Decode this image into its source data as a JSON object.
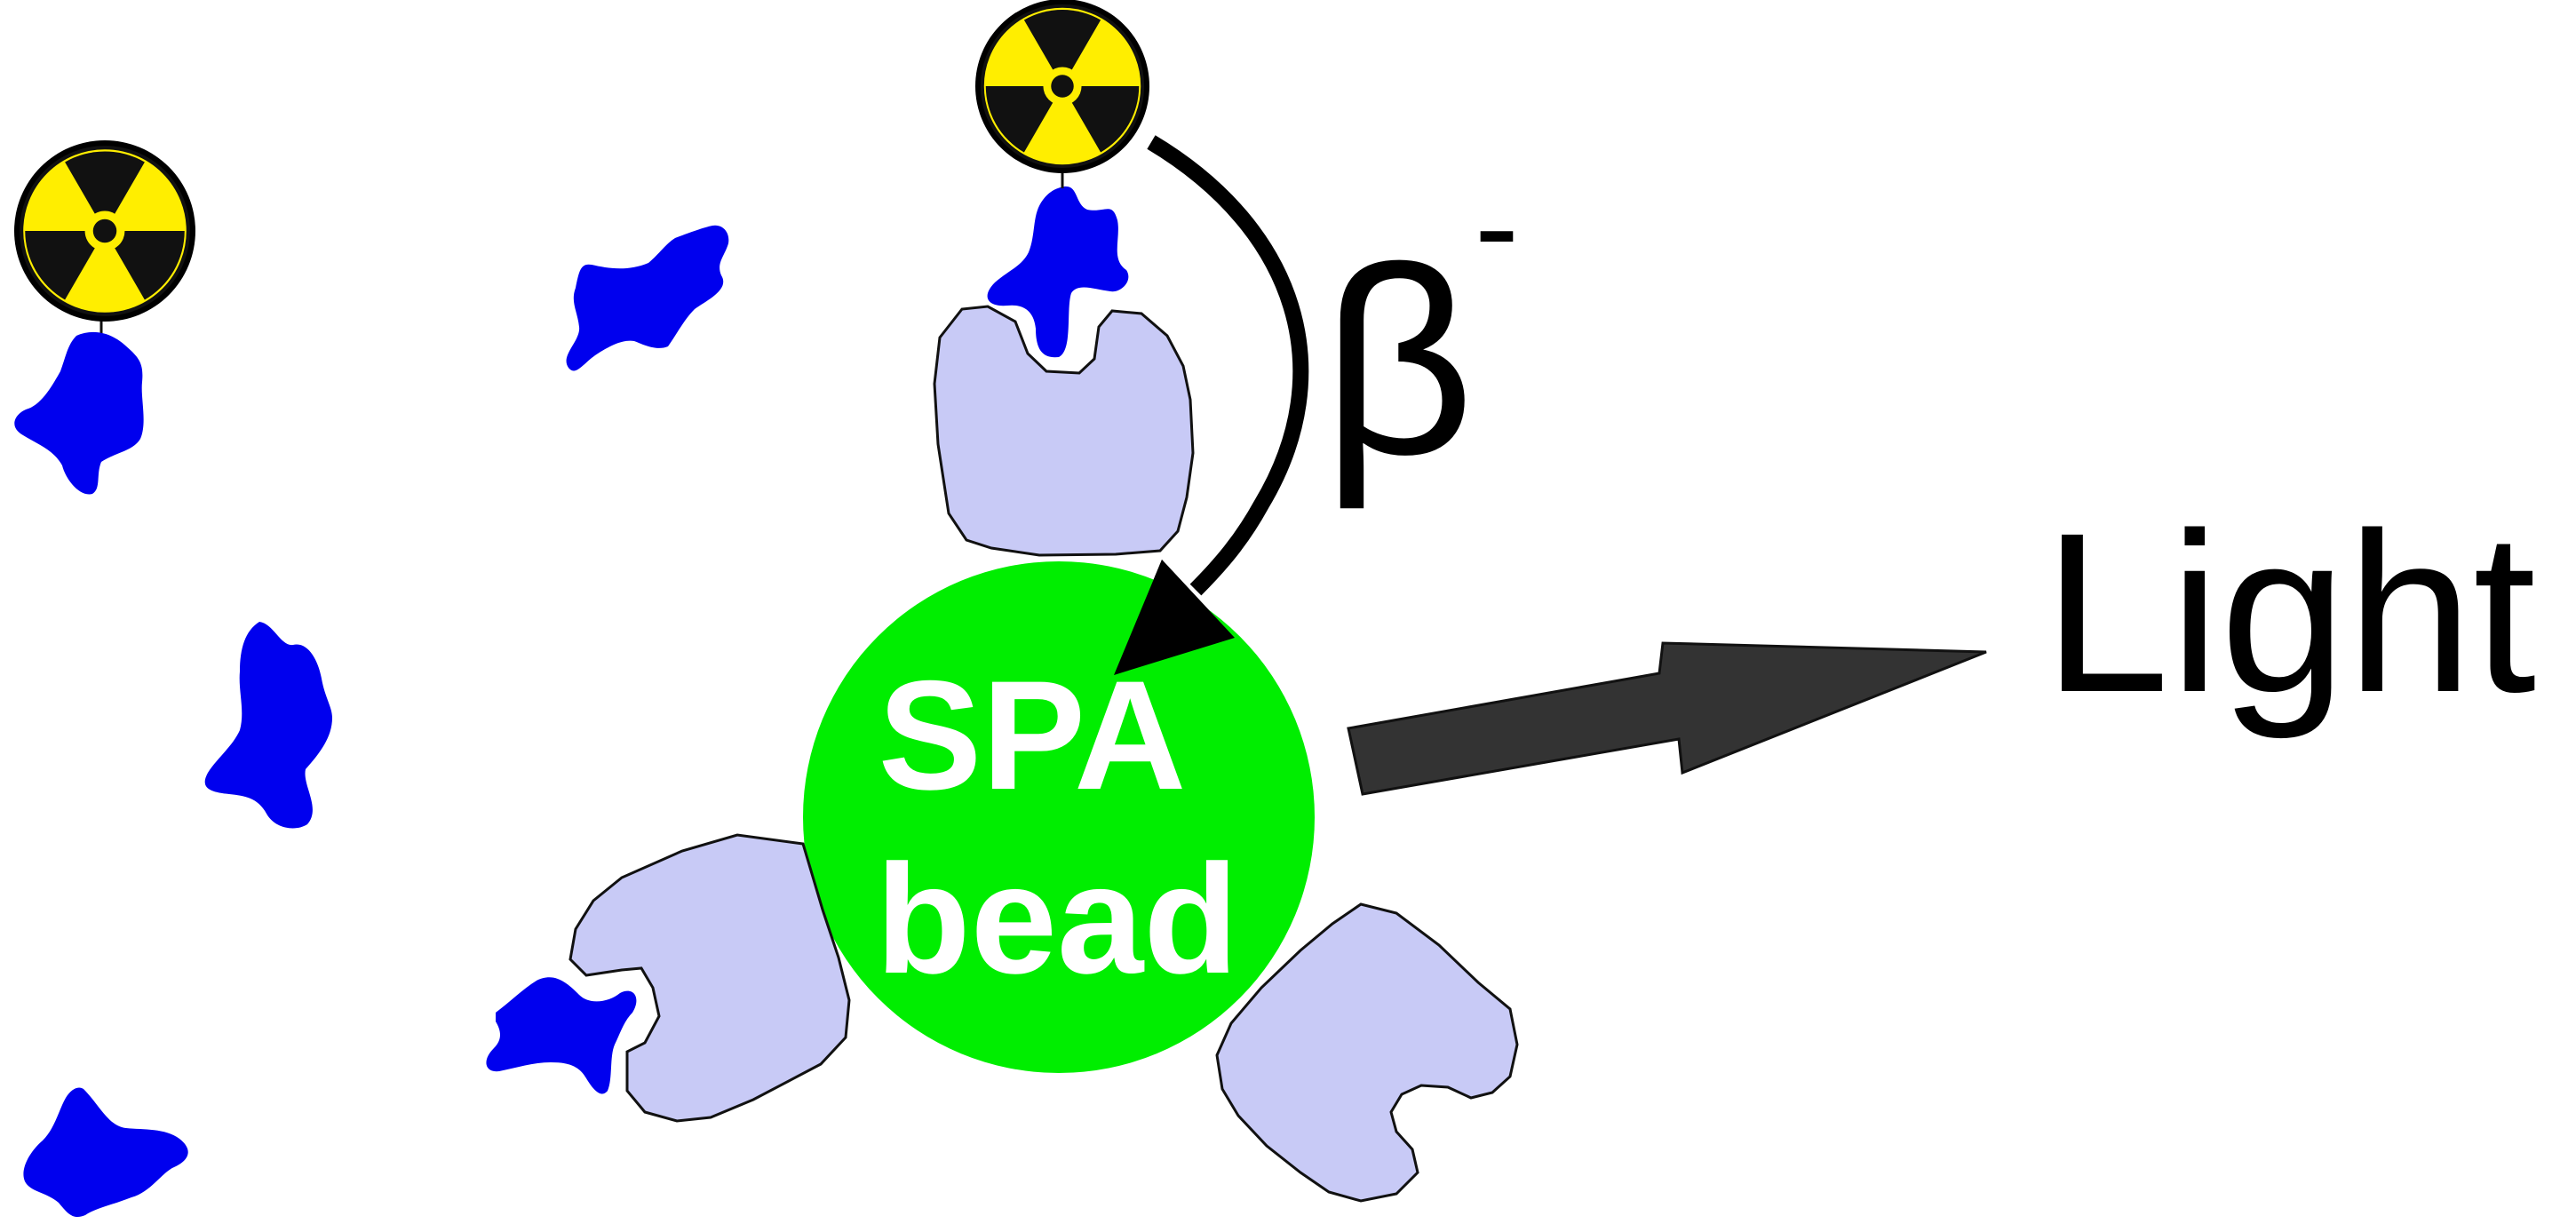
{
  "labels": {
    "bead_line1": "SPA",
    "bead_line2": "bead",
    "beta_symbol": "β",
    "beta_superscript": "-",
    "emission_label": "Light"
  },
  "colors": {
    "background": "#ffffff",
    "bead": "#00ee00",
    "bead_text": "#ffffff",
    "ligand": "#0000ee",
    "receptor": "#c8caf6",
    "receptor_outline": "#111111",
    "radiation_yellow": "#ffee00",
    "radiation_black": "#111111",
    "arrow_dark": "#333333",
    "text": "#000000"
  },
  "icons": {
    "radioactive": "radioactive-trefoil-icon",
    "ligand": "ligand-shape",
    "receptor": "receptor-protein-shape"
  }
}
